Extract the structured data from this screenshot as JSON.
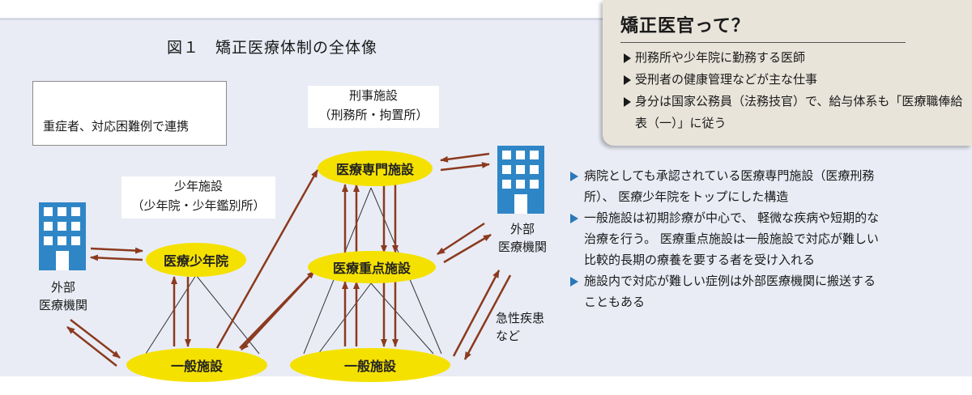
{
  "figure": {
    "title": "図１　矯正医療体制の全体像"
  },
  "legend": {
    "text": "重症者、対応困難例で連携"
  },
  "groups": {
    "criminal": {
      "line1": "刑事施設",
      "line2": "（刑務所・拘置所）"
    },
    "juvenile": {
      "line1": "少年施設",
      "line2": "（少年院・少年鑑別所）"
    }
  },
  "nodes": {
    "specialty": "医療専門施設",
    "priority": "医療重点施設",
    "medical_juvenile": "医療少年院",
    "general_left": "一般施設",
    "general_right": "一般施設"
  },
  "external": {
    "left": {
      "line1": "外部",
      "line2": "医療機関"
    },
    "right": {
      "line1": "外部",
      "line2": "医療機関"
    },
    "emergency": {
      "line1": "急性疾患",
      "line2": "など"
    }
  },
  "bullets": [
    "病院としても承認されている医療専門施設（医療刑務所）、 医療少年院をトップにした構造",
    "一般施設は初期診療が中心で、 軽微な疾病や短期的な治療を行う。 医療重点施設は一般施設で対応が難しい比較的長期の療養を要する者を受け入れる",
    "施設内で対応が難しい症例は外部医療機関に搬送することもある"
  ],
  "callout": {
    "title": "矯正医官って？",
    "items": [
      "刑務所や少年院に勤務する医師",
      "受刑者の健康管理などが主な仕事",
      "身分は国家公務員（法務技官）で、給与体系も「医療職俸給表（一）」に従う"
    ]
  },
  "colors": {
    "arrow": "#8b3a1e",
    "node_fill": "#f5e100",
    "building": "#2f86c6",
    "panel": "#e9ecf5",
    "callout_bg": "#e8e4da",
    "bullet_marker": "#2a78b8"
  },
  "icons": [
    "building-icon",
    "arrow-pair-icon"
  ]
}
